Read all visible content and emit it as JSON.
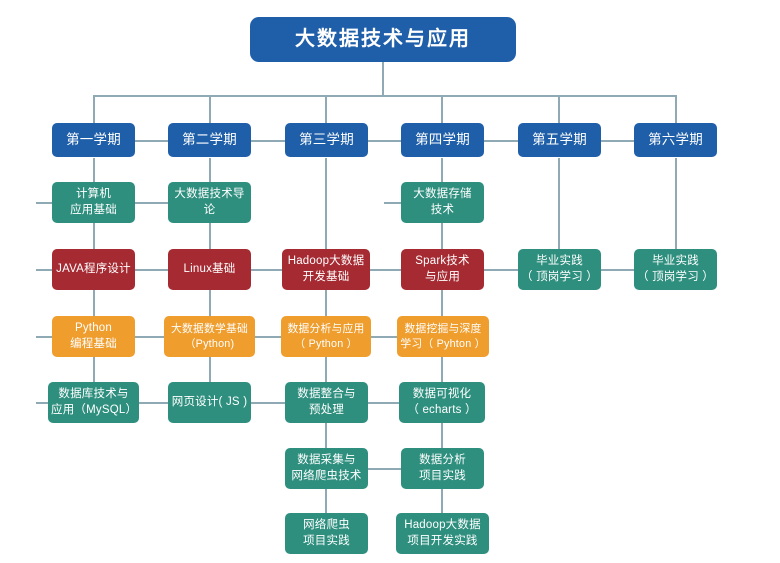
{
  "diagram": {
    "title": "大数据技术与应用",
    "type": "curriculum-roadmap",
    "palette": {
      "root_blue": "#1f5fa9",
      "semester_blue": "#1f5fa9",
      "teal": "#2e8f7e",
      "red": "#a52a32",
      "orange": "#ef9d2d",
      "connector": "#8fa9b5",
      "background": "#ffffff",
      "text": "#ffffff"
    },
    "semesters": [
      {
        "label": "第一学期"
      },
      {
        "label": "第二学期"
      },
      {
        "label": "第三学期"
      },
      {
        "label": "第四学期"
      },
      {
        "label": "第五学期"
      },
      {
        "label": "第六学期"
      }
    ],
    "courses": {
      "c1r1": {
        "label": "计算机\n应用基础",
        "line1": "计算机",
        "line2": "应用基础",
        "color": "teal",
        "semester": "第一学期",
        "row": 1
      },
      "c1r2": {
        "label": "JAVA程序设计",
        "line1": "JAVA程序设计",
        "line2": "",
        "color": "red",
        "semester": "第一学期",
        "row": 2
      },
      "c1r3": {
        "label": "Python\n编程基础",
        "line1": "Python",
        "line2": "编程基础",
        "color": "orange",
        "semester": "第一学期",
        "row": 3
      },
      "c1r4": {
        "label": "数据库技术与\n应用（MySQL）",
        "line1": "数据库技术与",
        "line2": "应用（MySQL）",
        "color": "teal",
        "semester": "第一学期",
        "row": 4
      },
      "c2r1": {
        "label": "大数据技术导论",
        "line1": "大数据技术导论",
        "line2": "",
        "color": "teal",
        "semester": "第二学期",
        "row": 1
      },
      "c2r2": {
        "label": "Linux基础",
        "line1": "Linux基础",
        "line2": "",
        "color": "red",
        "semester": "第二学期",
        "row": 2
      },
      "c2r3": {
        "label": "大数据数学基础\n（Python)",
        "line1": "大数据数学基础",
        "line2": "（Python)",
        "color": "orange",
        "semester": "第二学期",
        "row": 3
      },
      "c2r4": {
        "label": "网页设计( JS )",
        "line1": "网页设计( JS )",
        "line2": "",
        "color": "teal",
        "semester": "第二学期",
        "row": 4
      },
      "c3r2": {
        "label": "Hadoop大数据\n开发基础",
        "line1": "Hadoop大数据",
        "line2": "开发基础",
        "color": "red",
        "semester": "第三学期",
        "row": 2
      },
      "c3r3": {
        "label": "数据分析与应用\n（ Python ）",
        "line1": "数据分析与应用",
        "line2": "（ Python ）",
        "color": "orange",
        "semester": "第三学期",
        "row": 3
      },
      "c3r4": {
        "label": "数据整合与\n预处理",
        "line1": "数据整合与",
        "line2": "预处理",
        "color": "teal",
        "semester": "第三学期",
        "row": 4
      },
      "c3r5": {
        "label": "数据采集与\n网络爬虫技术",
        "line1": "数据采集与",
        "line2": "网络爬虫技术",
        "color": "teal",
        "semester": "第三学期",
        "row": 5
      },
      "c3r6": {
        "label": "网络爬虫\n项目实践",
        "line1": "网络爬虫",
        "line2": "项目实践",
        "color": "teal",
        "semester": "第三学期",
        "row": 6
      },
      "c4r1": {
        "label": "大数据存储\n技术",
        "line1": "大数据存储",
        "line2": "技术",
        "color": "teal",
        "semester": "第四学期",
        "row": 1
      },
      "c4r2": {
        "label": "Spark技术\n与应用",
        "line1": "Spark技术",
        "line2": "与应用",
        "color": "red",
        "semester": "第四学期",
        "row": 2
      },
      "c4r3": {
        "label": "数据挖掘与深度\n学习（ Pyhton ）",
        "line1": "数据挖掘与深度",
        "line2": "学习（ Pyhton ）",
        "color": "orange",
        "semester": "第四学期",
        "row": 3
      },
      "c4r4": {
        "label": "数据可视化\n（ echarts ）",
        "line1": "数据可视化",
        "line2": "（ echarts ）",
        "color": "teal",
        "semester": "第四学期",
        "row": 4
      },
      "c4r5": {
        "label": "数据分析\n项目实践",
        "line1": "数据分析",
        "line2": "项目实践",
        "color": "teal",
        "semester": "第四学期",
        "row": 5
      },
      "c4r6": {
        "label": "Hadoop大数据\n项目开发实践",
        "line1": "Hadoop大数据",
        "line2": "项目开发实践",
        "color": "teal",
        "semester": "第四学期",
        "row": 6
      },
      "c5r2": {
        "label": "毕业实践\n（ 顶岗学习 ）",
        "line1": "毕业实践",
        "line2": "（ 顶岗学习 ）",
        "color": "teal",
        "semester": "第五学期",
        "row": 2
      },
      "c6r2": {
        "label": "毕业实践\n（ 顶岗学习 ）",
        "line1": "毕业实践",
        "line2": "（ 顶岗学习 ）",
        "color": "teal",
        "semester": "第六学期",
        "row": 2
      }
    }
  }
}
